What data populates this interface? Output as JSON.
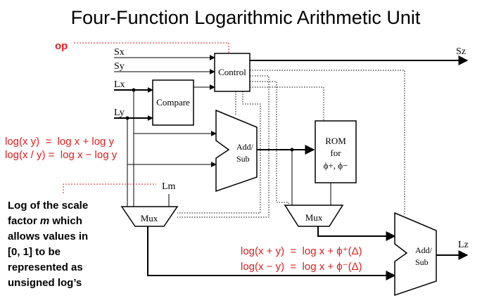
{
  "title": "Four-Function Logarithmic Arithmetic Unit",
  "op_label": "op",
  "inputs": {
    "sx": "Sx",
    "sy": "Sy",
    "lx": "Lx",
    "ly": "Ly",
    "lm": "Lm"
  },
  "outputs": {
    "sz": "Sz",
    "lz": "Lz"
  },
  "blocks": {
    "control": "Control",
    "compare": "Compare",
    "addsub1_l1": "Add/",
    "addsub1_l2": "Sub",
    "rom_l1": "ROM",
    "rom_l2": "for",
    "rom_l3": "ϕ+, ϕ−",
    "mux1": "Mux",
    "mux2": "Mux",
    "addsub2_l1": "Add/",
    "addsub2_l2": "Sub"
  },
  "equations": {
    "mul": "log(x y)  =  log x + log y",
    "div": "log(x / y) =  log x − log y",
    "add": "log(x + y)  =  log x + ϕ⁺(Δ)",
    "sub": "log(x − y)  =  log x + ϕ⁻(Δ)"
  },
  "note": {
    "l1": "Log of the scale",
    "l2a": "factor ",
    "l2b": "m",
    "l2c": " which",
    "l3": "allows values in",
    "l4": "[0, 1] to be",
    "l5": "represented as",
    "l6": "unsigned log’s"
  },
  "colors": {
    "accent": "#e31b1b",
    "line": "#000000"
  }
}
